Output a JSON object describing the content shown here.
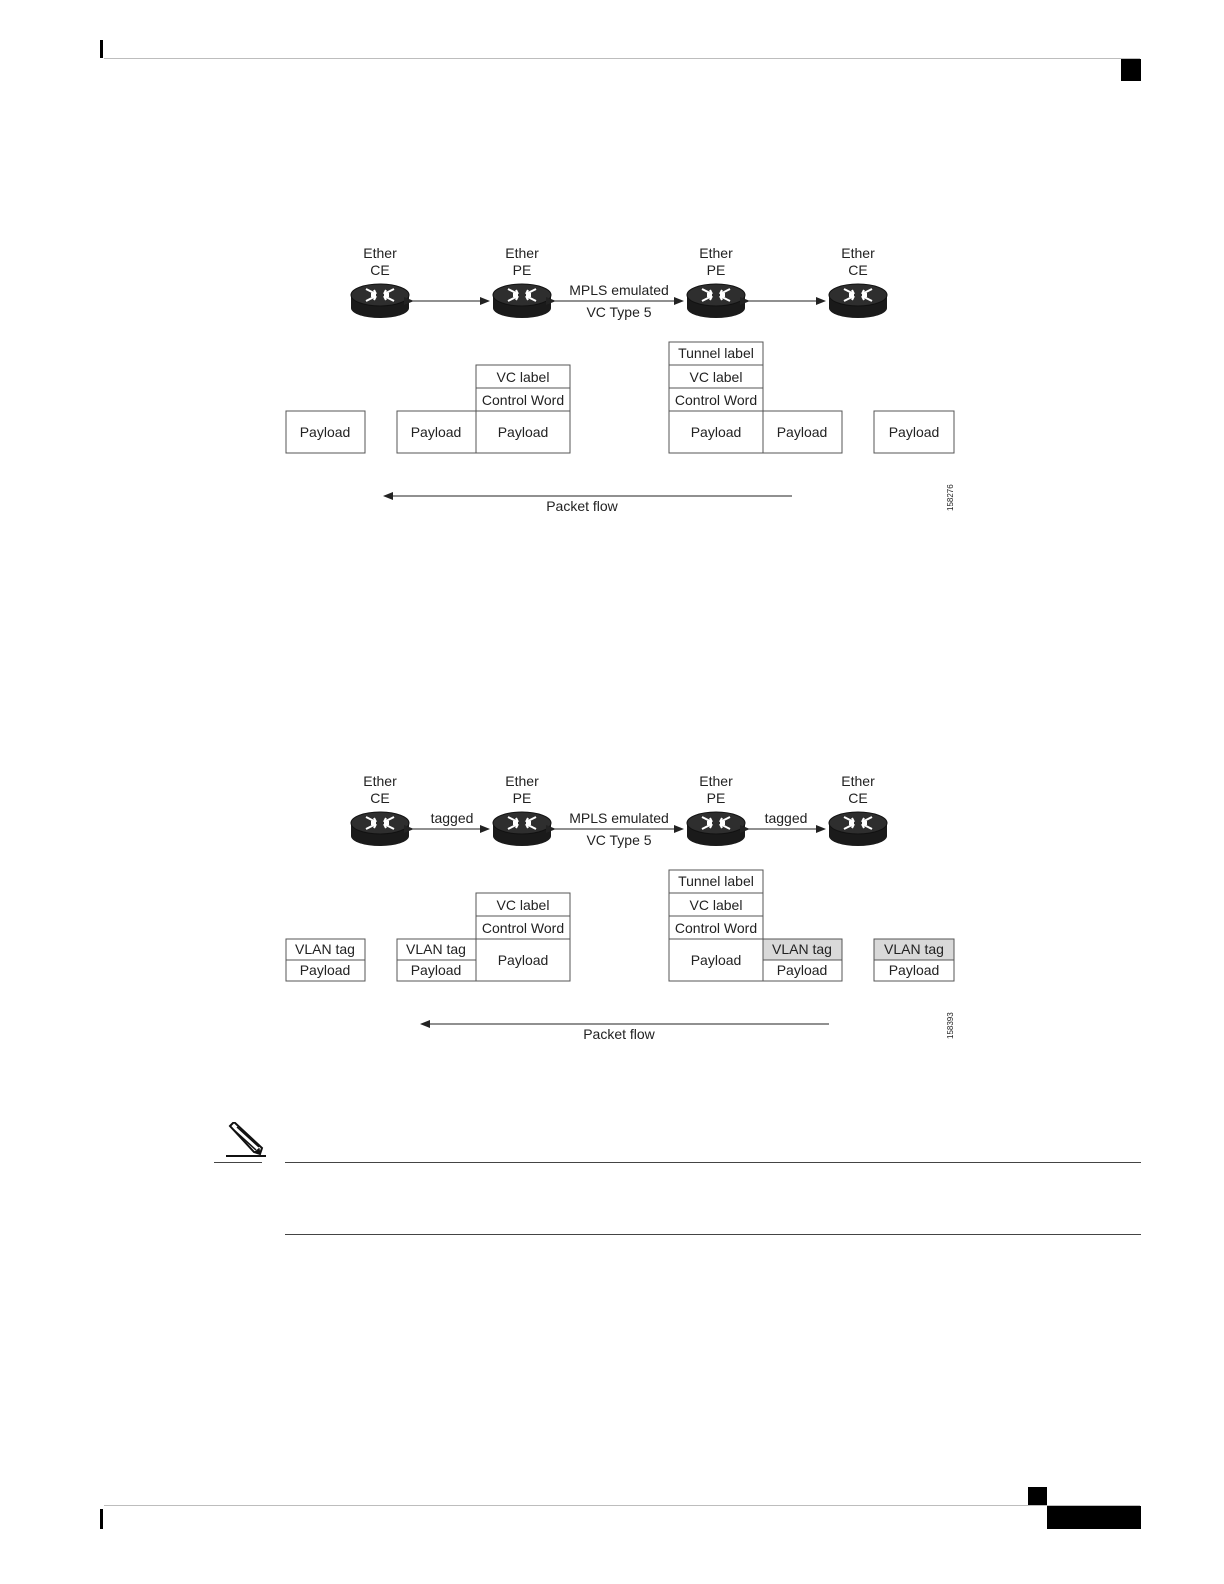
{
  "figure1": {
    "nodes": [
      {
        "line1": "Ether",
        "line2": "CE"
      },
      {
        "line1": "Ether",
        "line2": "PE"
      },
      {
        "line1": "Ether",
        "line2": "PE"
      },
      {
        "line1": "Ether",
        "line2": "CE"
      }
    ],
    "link_labels": {
      "left": "",
      "mid_top": "MPLS emulated",
      "mid_bottom": "VC Type 5",
      "right": ""
    },
    "cells": {
      "a_payload": "Payload",
      "b_payload": "Payload",
      "c_vc_label": "VC label",
      "c_control_word": "Control Word",
      "c_payload": "Payload",
      "d_tunnel_label": "Tunnel label",
      "d_vc_label": "VC label",
      "d_control_word": "Control Word",
      "d_payload": "Payload",
      "e_payload": "Payload",
      "f_payload": "Payload"
    },
    "flow_label": "Packet flow",
    "figure_number": "158276"
  },
  "figure2": {
    "nodes": [
      {
        "line1": "Ether",
        "line2": "CE"
      },
      {
        "line1": "Ether",
        "line2": "PE"
      },
      {
        "line1": "Ether",
        "line2": "PE"
      },
      {
        "line1": "Ether",
        "line2": "CE"
      }
    ],
    "link_labels": {
      "left": "tagged",
      "mid_top": "MPLS emulated",
      "mid_bottom": "VC Type 5",
      "right": "tagged"
    },
    "cells": {
      "a_vlan_tag": "VLAN tag",
      "a_payload": "Payload",
      "b_vlan_tag": "VLAN tag",
      "b_payload": "Payload",
      "c_vc_label": "VC label",
      "c_control_word": "Control Word",
      "c_payload": "Payload",
      "d_tunnel_label": "Tunnel label",
      "d_vc_label": "VC label",
      "d_control_word": "Control Word",
      "d_payload": "Payload",
      "e_vlan_tag": "VLAN tag",
      "e_payload": "Payload",
      "f_vlan_tag": "VLAN tag",
      "f_payload": "Payload"
    },
    "flow_label": "Packet flow",
    "figure_number": "158393"
  },
  "colors": {
    "shaded_cell": "#d9d9d9",
    "router_body": "#1a1a1a"
  },
  "note": {
    "icon": "pencil-note-icon"
  }
}
